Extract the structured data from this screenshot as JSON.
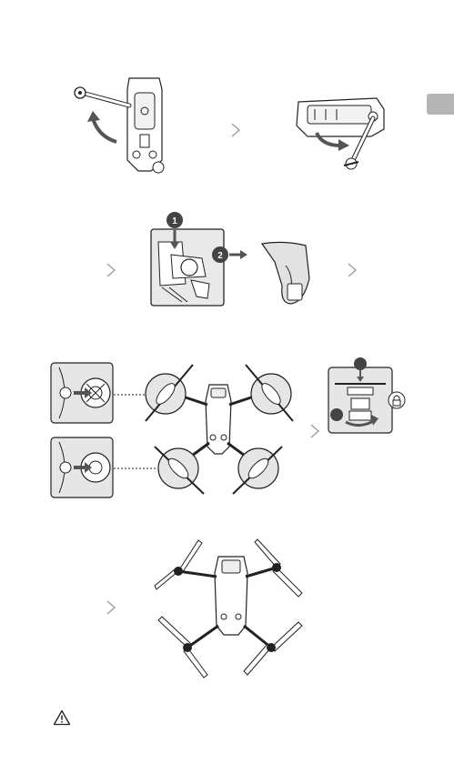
{
  "side_tab": {
    "color": "#b5b5b5"
  },
  "step1": {
    "left_badge": "1",
    "right_badge": "2"
  },
  "steps": [
    {
      "id": "unfold-arms"
    },
    {
      "id": "remove-storage-cover"
    },
    {
      "id": "mount-propellers"
    },
    {
      "id": "unfolded-aircraft"
    }
  ],
  "icons": {
    "warning": "warning-triangle-icon",
    "arrow": "chevron-right-icon",
    "lock": "lock-icon"
  },
  "colors": {
    "line": "#222222",
    "arrow": "#555555",
    "badge": "#444444",
    "chevron": "#9a9a9a"
  }
}
